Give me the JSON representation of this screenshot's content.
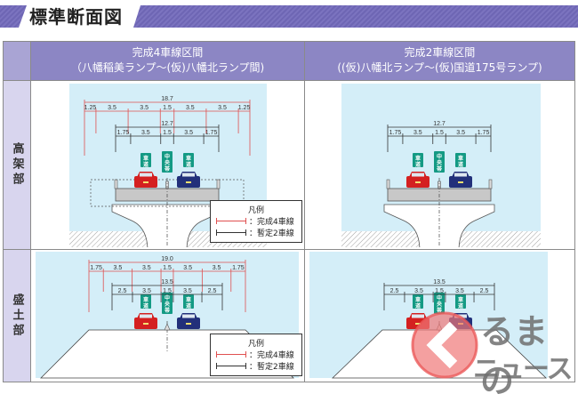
{
  "title": "標準断面図",
  "colors": {
    "header_bg": "#8c86c4",
    "side_bg": "#d8d5ee",
    "title_stripe": "#6e66b4",
    "panel_sky": "#d4eef8",
    "final_4lane_dim": "#e05050",
    "provisional_2lane_dim": "#333333",
    "sign_green": "#149a84",
    "car_red": "#d42020",
    "car_blue": "#22307a"
  },
  "columns": [
    {
      "line1": "完成4車線区間",
      "line2": "（八幡稲美ランプ〜(仮)八幡北ランプ間)"
    },
    {
      "line1": "完成2車線区間",
      "line2": "((仮)八幡北ランプ〜(仮)国道175号ランプ)"
    }
  ],
  "rows": [
    {
      "label": "高架部"
    },
    {
      "label": "盛土部"
    }
  ],
  "panels": {
    "elevated_4lane": {
      "total_final": "18.7",
      "final_dims": [
        "1.25",
        "3.5",
        "3.5",
        "1.5",
        "3.5",
        "3.5",
        "1.25"
      ],
      "total_provisional": "12.7",
      "provisional_dims": [
        "1.75",
        "3.5",
        "1.5",
        "3.5",
        "1.75"
      ]
    },
    "elevated_2lane": {
      "total_provisional": "12.7",
      "provisional_dims": [
        "1.75",
        "3.5",
        "1.5",
        "3.5",
        "1.75"
      ]
    },
    "embankment_4lane": {
      "total_final": "19.0",
      "final_dims": [
        "1.75",
        "3.5",
        "3.5",
        "1.5",
        "3.5",
        "3.5",
        "1.75"
      ],
      "total_provisional": "13.5",
      "provisional_dims": [
        "2.5",
        "3.5",
        "1.5",
        "3.5",
        "2.5"
      ]
    },
    "embankment_2lane": {
      "total_provisional": "13.5",
      "provisional_dims": [
        "2.5",
        "3.5",
        "1.5",
        "3.5",
        "2.5"
      ]
    }
  },
  "signs": {
    "roadway": "車道",
    "median": "中央帯"
  },
  "legend": {
    "title": "凡例",
    "final_4lane": "：完成4車線",
    "provisional_2lane": "：暫定2車線"
  },
  "watermark": {
    "line1": "るまの",
    "line2": "ニュース"
  }
}
